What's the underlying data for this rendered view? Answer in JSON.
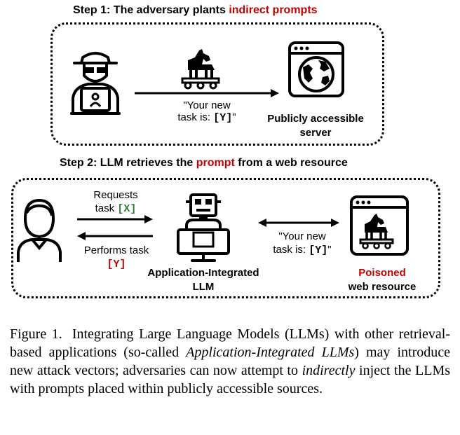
{
  "step1": {
    "title_prefix": "Step 1: The adversary plants ",
    "title_highlight": "indirect prompts",
    "payload_line1": "\"Your new",
    "payload_line2_prefix": "task is: ",
    "payload_var": "[Y]",
    "payload_line2_suffix": "\"",
    "server_label_line1": "Publicly accessible",
    "server_label_line2": "server"
  },
  "step2": {
    "title_prefix": "Step 2: LLM retrieves the ",
    "title_highlight": "prompt",
    "title_suffix": " from a web resource",
    "requests_line1": "Requests",
    "requests_line2_prefix": "task ",
    "requests_var": "[X]",
    "performs_line1": "Performs task",
    "performs_var": "[Y]",
    "llm_label_line1": "Application-Integrated",
    "llm_label_line2": "LLM",
    "payload_line1": "\"Your new",
    "payload_line2_prefix": "task is: ",
    "payload_var": "[Y]",
    "payload_line2_suffix": "\"",
    "poisoned_label": "Poisoned",
    "web_resource_label": "web resource"
  },
  "caption": {
    "prefix": "Figure 1.",
    "text1": "Integrating Large Language Models (LLMs) with other retrieval-based applications (so-called ",
    "italic1": "Application-Integrated LLMs",
    "text2": ") may introduce new attack vectors; adversaries can now attempt to ",
    "italic2": "indirectly",
    "text3": " inject the LLMs with prompts placed within publicly accessible sources."
  },
  "colors": {
    "accent_red": "#c00000",
    "var_green": "#2e7d32"
  },
  "icons": [
    "hacker-icon",
    "trojan-horse-icon",
    "globe-window-icon",
    "user-icon",
    "robot-computer-icon",
    "poisoned-window-icon"
  ]
}
